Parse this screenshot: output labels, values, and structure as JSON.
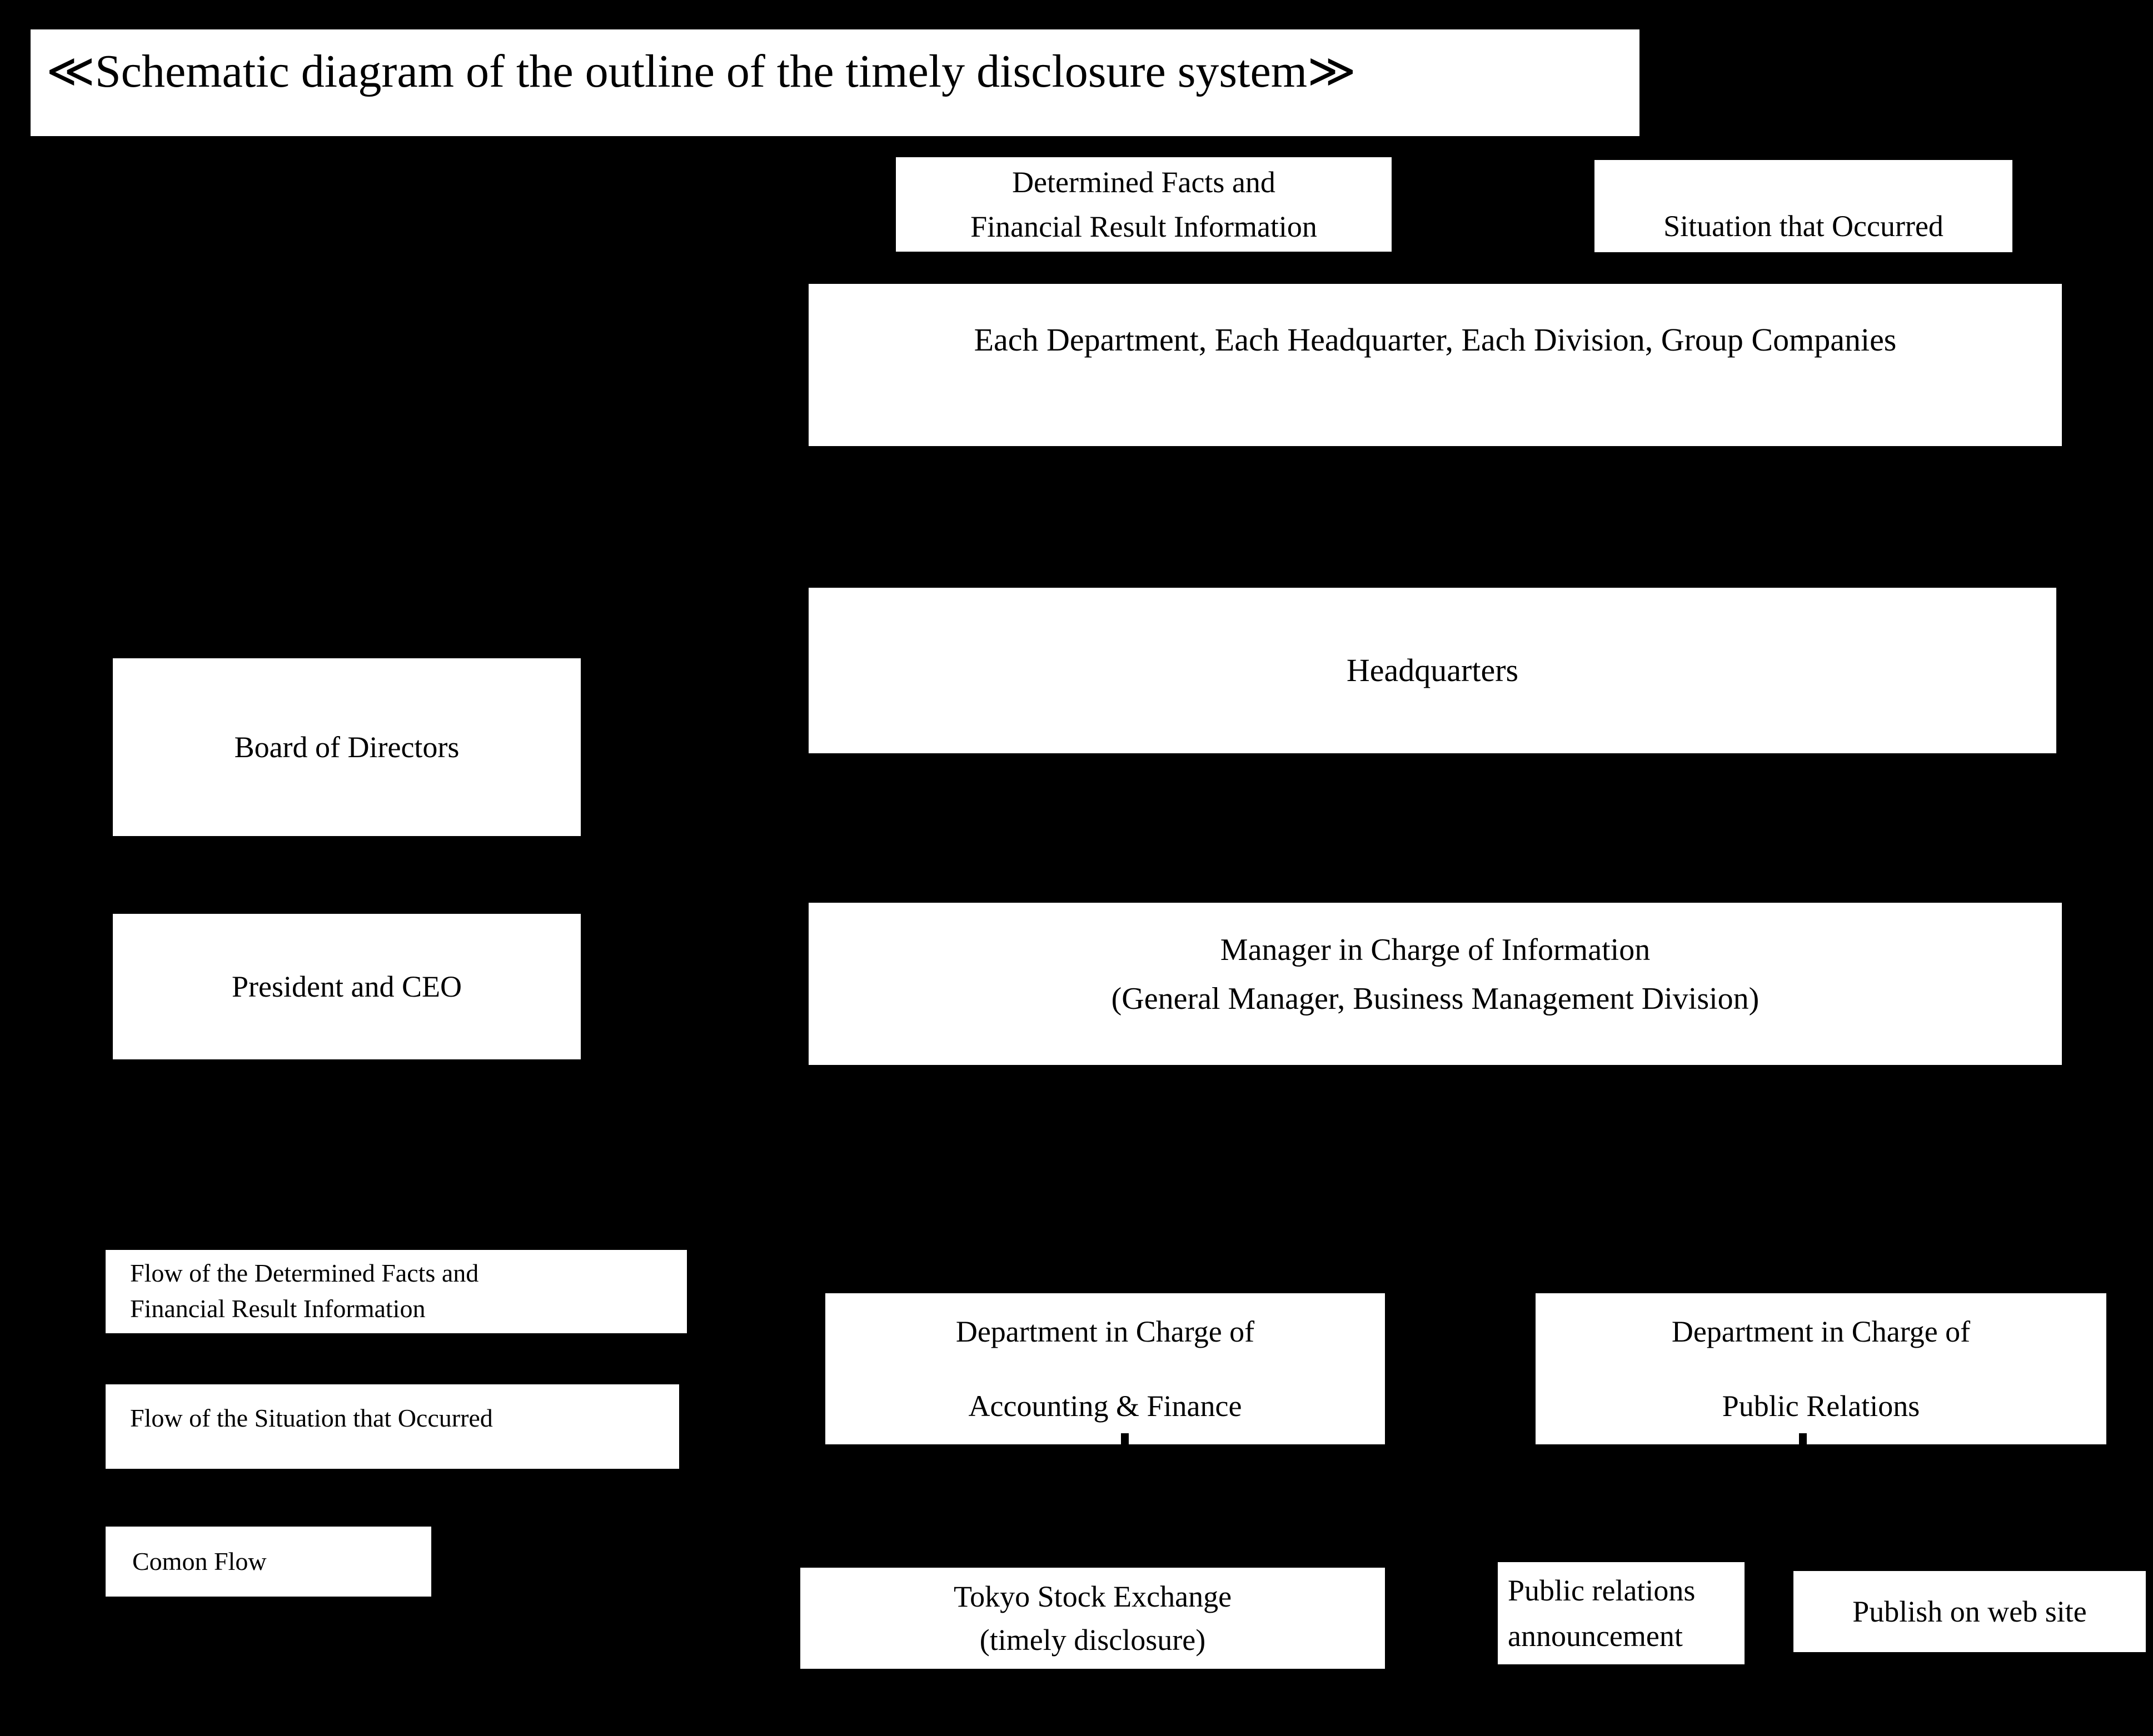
{
  "title": "≪Schematic diagram of the outline of the timely disclosure system≫",
  "colors": {
    "background": "#000000",
    "box_background": "#ffffff",
    "text": "#000000"
  },
  "nodes": {
    "determined_facts": {
      "line1": "Determined Facts and",
      "line2": "Financial Result Information"
    },
    "situation_occurred": {
      "label": "Situation that Occurred"
    },
    "each_department": {
      "label": "Each Department, Each Headquarter, Each Division, Group Companies"
    },
    "headquarters": {
      "label": "Headquarters"
    },
    "board_of_directors": {
      "label": "Board of Directors"
    },
    "president_ceo": {
      "label": "President and CEO"
    },
    "manager_information": {
      "line1": "Manager in Charge of Information",
      "line2": "(General Manager, Business Management Division)"
    },
    "dept_accounting_finance": {
      "line1": "Department in Charge of",
      "line2": "Accounting & Finance"
    },
    "dept_public_relations": {
      "line1": "Department in Charge of",
      "line2": "Public Relations"
    },
    "tokyo_stock_exchange": {
      "line1": "Tokyo Stock Exchange",
      "line2": "(timely disclosure)"
    },
    "public_relations_announcement": {
      "line1": "Public relations",
      "line2": "announcement"
    },
    "publish_web": {
      "label": "Publish on web site"
    }
  },
  "legend": {
    "determined_flow": {
      "line1": "Flow of the Determined Facts and",
      "line2": "Financial Result Information"
    },
    "situation_flow": {
      "label": "Flow of the Situation that Occurred"
    },
    "common_flow": {
      "label": "Comon Flow"
    }
  }
}
